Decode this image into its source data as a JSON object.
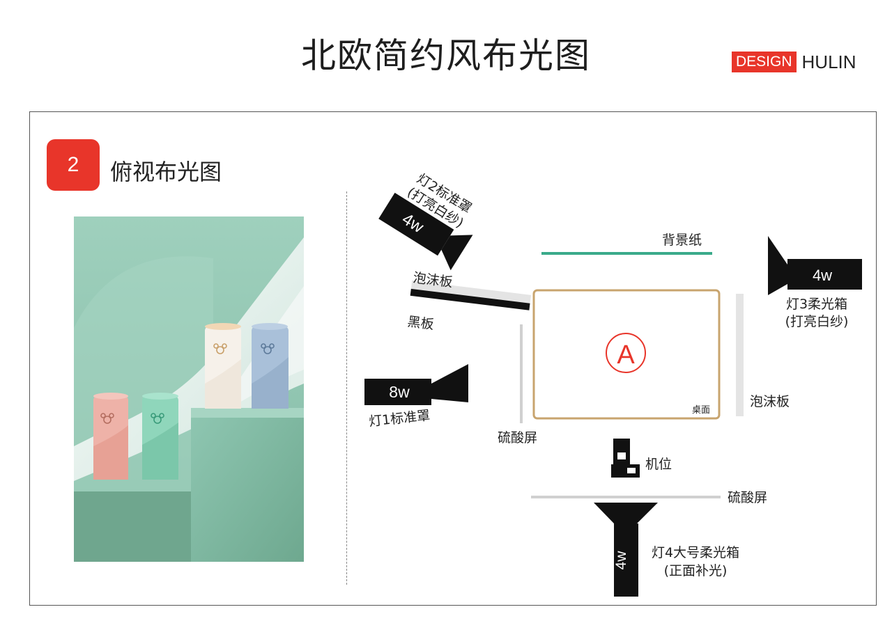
{
  "header": {
    "title": "北欧简约风布光图",
    "brand_tag": "DESIGN",
    "brand_name": "HULIN"
  },
  "section": {
    "number": "2",
    "title": "俯视布光图"
  },
  "diagram": {
    "light2": {
      "power": "4w",
      "label_line1": "灯2标准罩",
      "label_line2": "(打亮白纱)"
    },
    "light1": {
      "power": "8w",
      "label": "灯1标准罩"
    },
    "light3": {
      "power": "4w",
      "label_line1": "灯3柔光箱",
      "label_line2": "(打亮白纱)"
    },
    "light4": {
      "power": "4w",
      "label_line1": "灯4大号柔光箱",
      "label_line2": "(正面补光)"
    },
    "backdrop_label": "背景纸",
    "foam_board_left": "泡沫板",
    "black_board": "黑板",
    "foam_board_right": "泡沫板",
    "diffuser_left": "硫酸屏",
    "diffuser_front": "硫酸屏",
    "table_label": "桌面",
    "subject_label": "A",
    "camera_label": "机位"
  },
  "colors": {
    "accent_red": "#e8352a",
    "backdrop_green": "#3aaa8a",
    "table_border": "#c8a46e",
    "photo_bg": "#8fc4ae"
  }
}
